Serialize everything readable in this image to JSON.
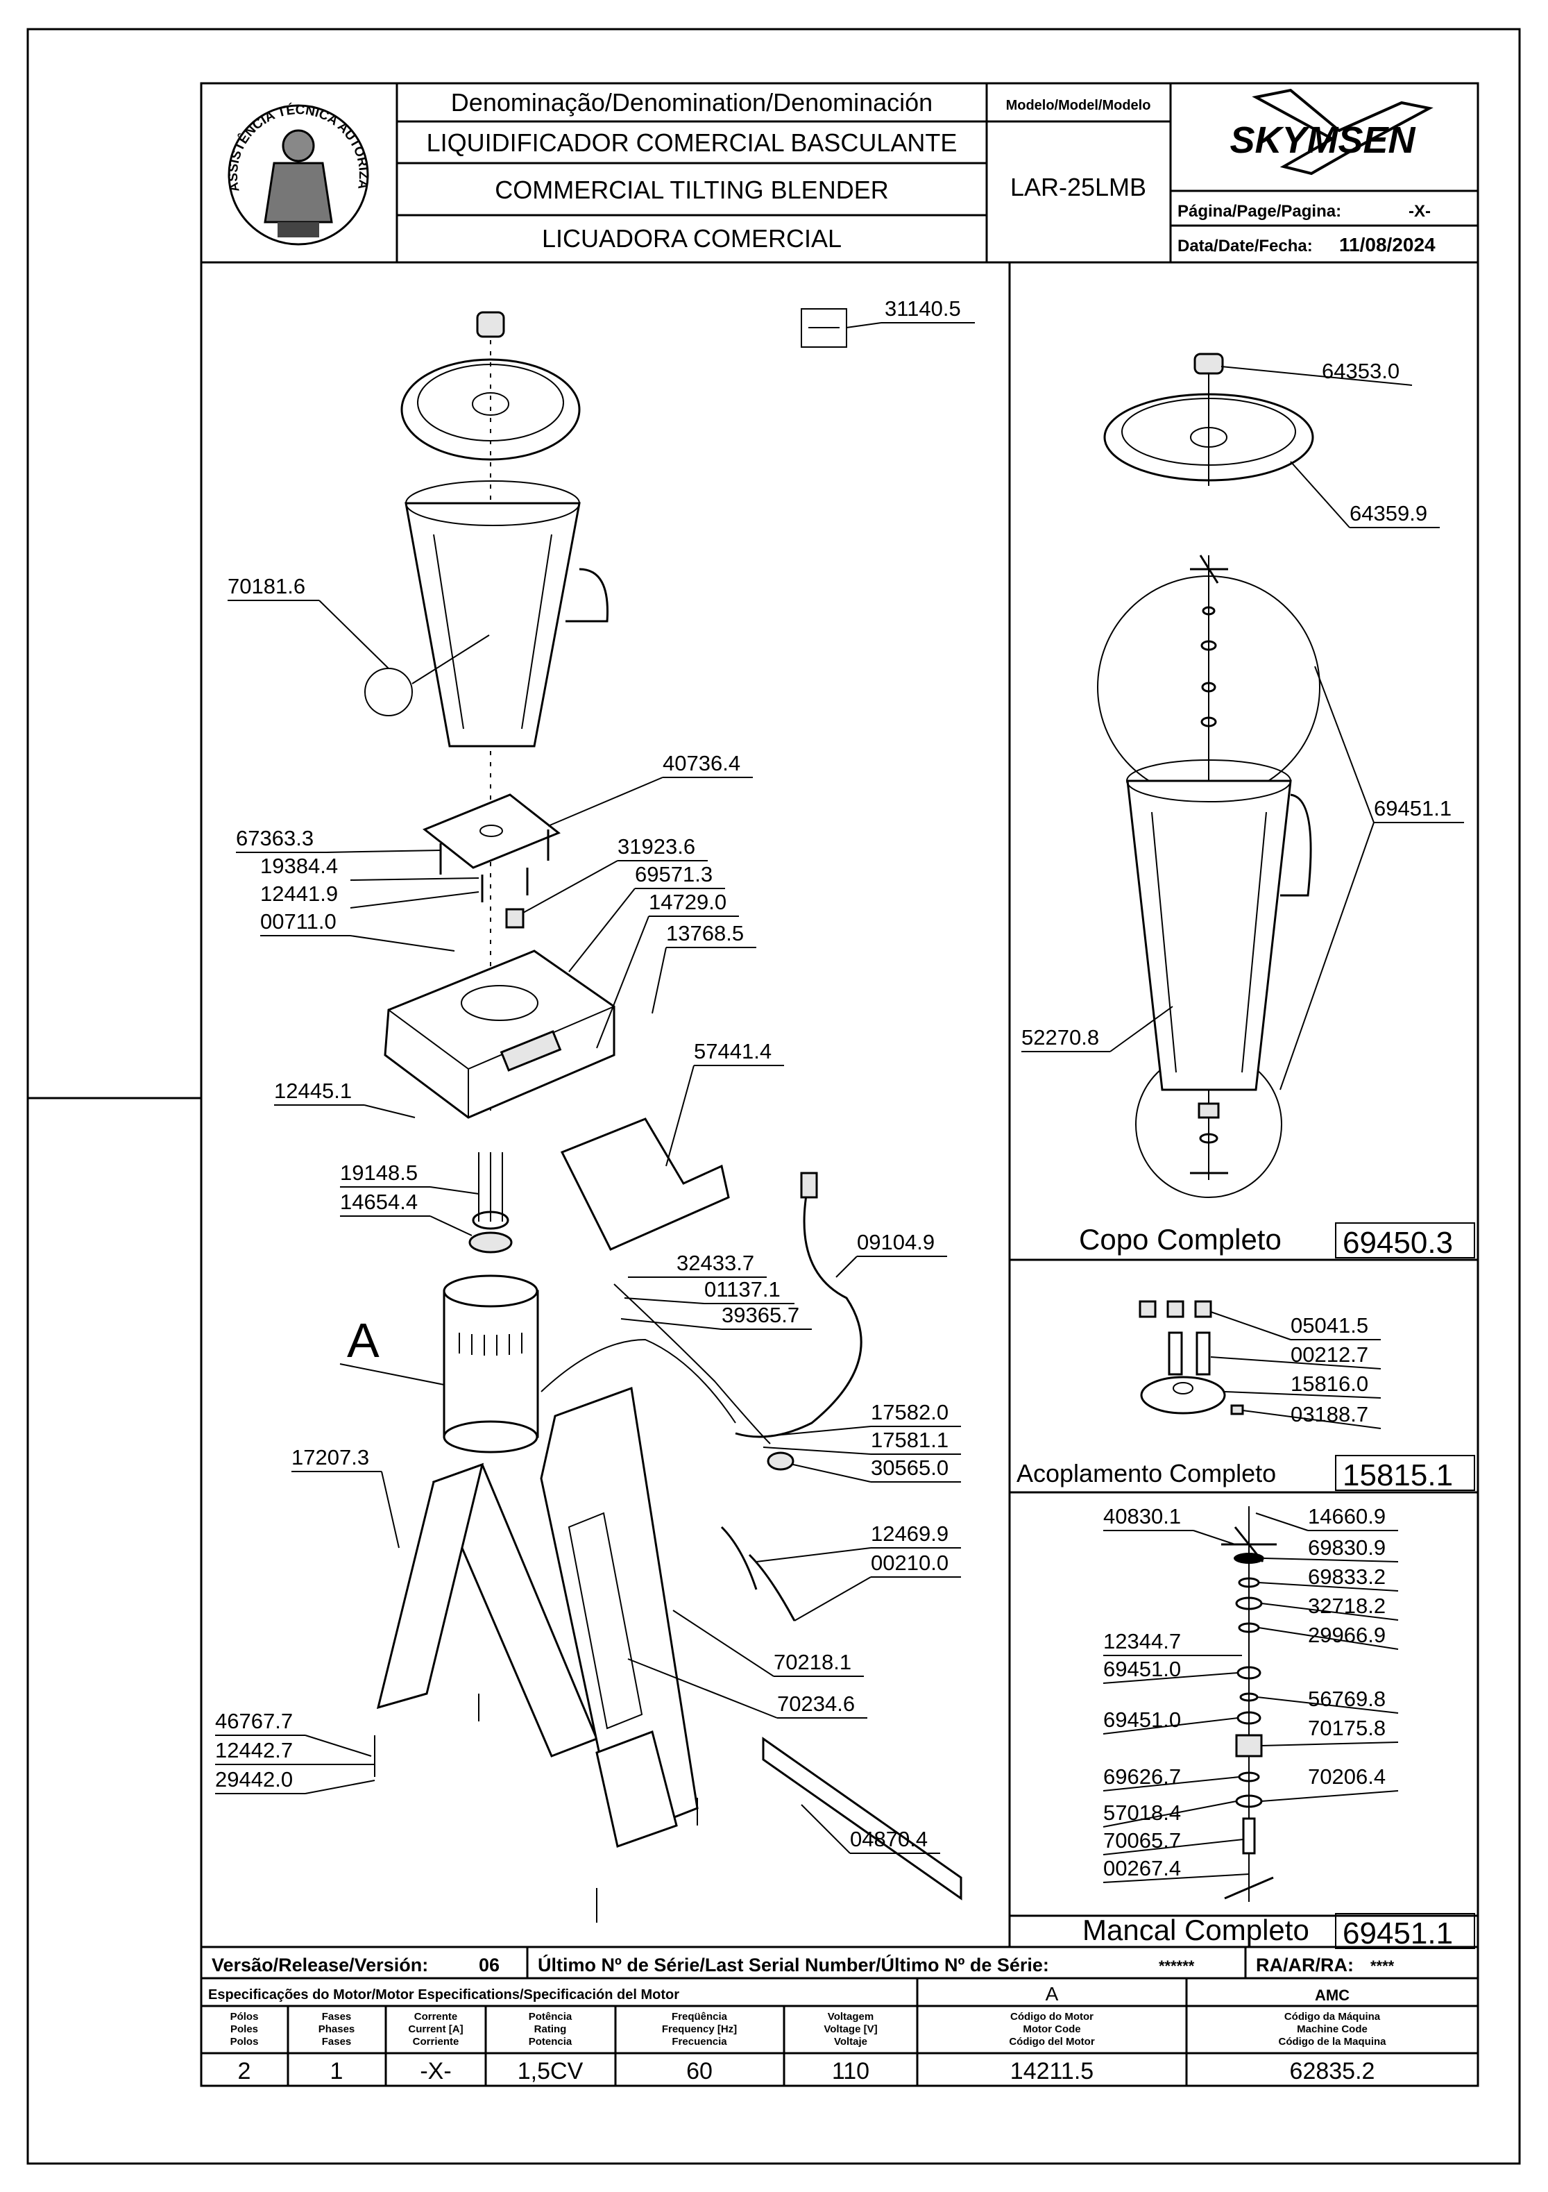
{
  "header": {
    "denomination_label": "Denominação/Denomination/Denominación",
    "model_label": "Modelo/Model/Modelo",
    "name_pt": "LIQUIDIFICADOR COMERCIAL BASCULANTE",
    "name_en": "COMMERCIAL TILTING BLENDER",
    "name_es": "LICUADORA COMERCIAL",
    "model_code": "LAR-25LMB",
    "brand": "SKYMSEN",
    "page_label": "Página/Page/Pagina:",
    "page_value": "-X-",
    "date_label": "Data/Date/Fecha:",
    "date_value": "11/08/2024",
    "seal_text": "ASSISTÊNCIA TÉCNICA AUTORIZADA"
  },
  "main_callouts": [
    "31140.5",
    "70181.6",
    "40736.4",
    "67363.3",
    "19384.4",
    "12441.9",
    "00711.0",
    "31923.6",
    "69571.3",
    "14729.0",
    "13768.5",
    "12445.1",
    "57441.4",
    "19148.5",
    "14654.4",
    "09104.9",
    "32433.7",
    "01137.1",
    "39365.7",
    "17582.0",
    "17581.1",
    "30565.0",
    "17207.3",
    "12469.9",
    "00210.0",
    "70218.1",
    "70234.6",
    "46767.7",
    "12442.7",
    "29442.0",
    "04870.4"
  ],
  "motor_letter": "A",
  "copo": {
    "callouts": [
      "64353.0",
      "64359.9",
      "69451.1",
      "52270.8"
    ],
    "title": "Copo Completo",
    "code": "69450.3"
  },
  "acoplamento": {
    "callouts": [
      "05041.5",
      "00212.7",
      "15816.0",
      "03188.7"
    ],
    "title": "Acoplamento Completo",
    "code": "15815.1"
  },
  "mancal": {
    "callouts": [
      "40830.1",
      "14660.9",
      "69830.9",
      "69833.2",
      "32718.2",
      "29966.9",
      "12344.7",
      "69451.0",
      "56769.8",
      "69451.0",
      "70175.8",
      "69626.7",
      "70206.4",
      "57018.4",
      "70065.7",
      "00267.4"
    ],
    "title": "Mancal Completo",
    "code": "69451.1"
  },
  "footer": {
    "version_label": "Versão/Release/Versión:",
    "version_value": "06",
    "serial_label": "Último Nº de Série/Last Serial Number/Último Nº de Série:",
    "serial_value": "******",
    "ra_label": "RA/AR/RA:",
    "ra_value": "****",
    "motor_spec_label": "Especificações do Motor/Motor Especifications/Specificación del Motor",
    "motor_letter": "A",
    "machine_letter": "AMC",
    "cols": [
      {
        "label": [
          "Pólos",
          "Poles",
          "Polos"
        ],
        "value": "2"
      },
      {
        "label": [
          "Fases",
          "Phases",
          "Fases"
        ],
        "value": "1"
      },
      {
        "label": [
          "Corrente",
          "Current [A]",
          "Corriente"
        ],
        "value": "-X-"
      },
      {
        "label": [
          "Potência",
          "Rating",
          "Potencia"
        ],
        "value": "1,5CV"
      },
      {
        "label": [
          "Freqüência",
          "Frequency [Hz]",
          "Frecuencia"
        ],
        "value": "60"
      },
      {
        "label": [
          "Voltagem",
          "Voltage [V]",
          "Voltaje"
        ],
        "value": "110"
      },
      {
        "label": [
          "Código do Motor",
          "Motor Code",
          "Código del Motor"
        ],
        "value": "14211.5"
      },
      {
        "label": [
          "Código da Máquina",
          "Machine Code",
          "Código de la Maquina"
        ],
        "value": "62835.2"
      }
    ]
  }
}
